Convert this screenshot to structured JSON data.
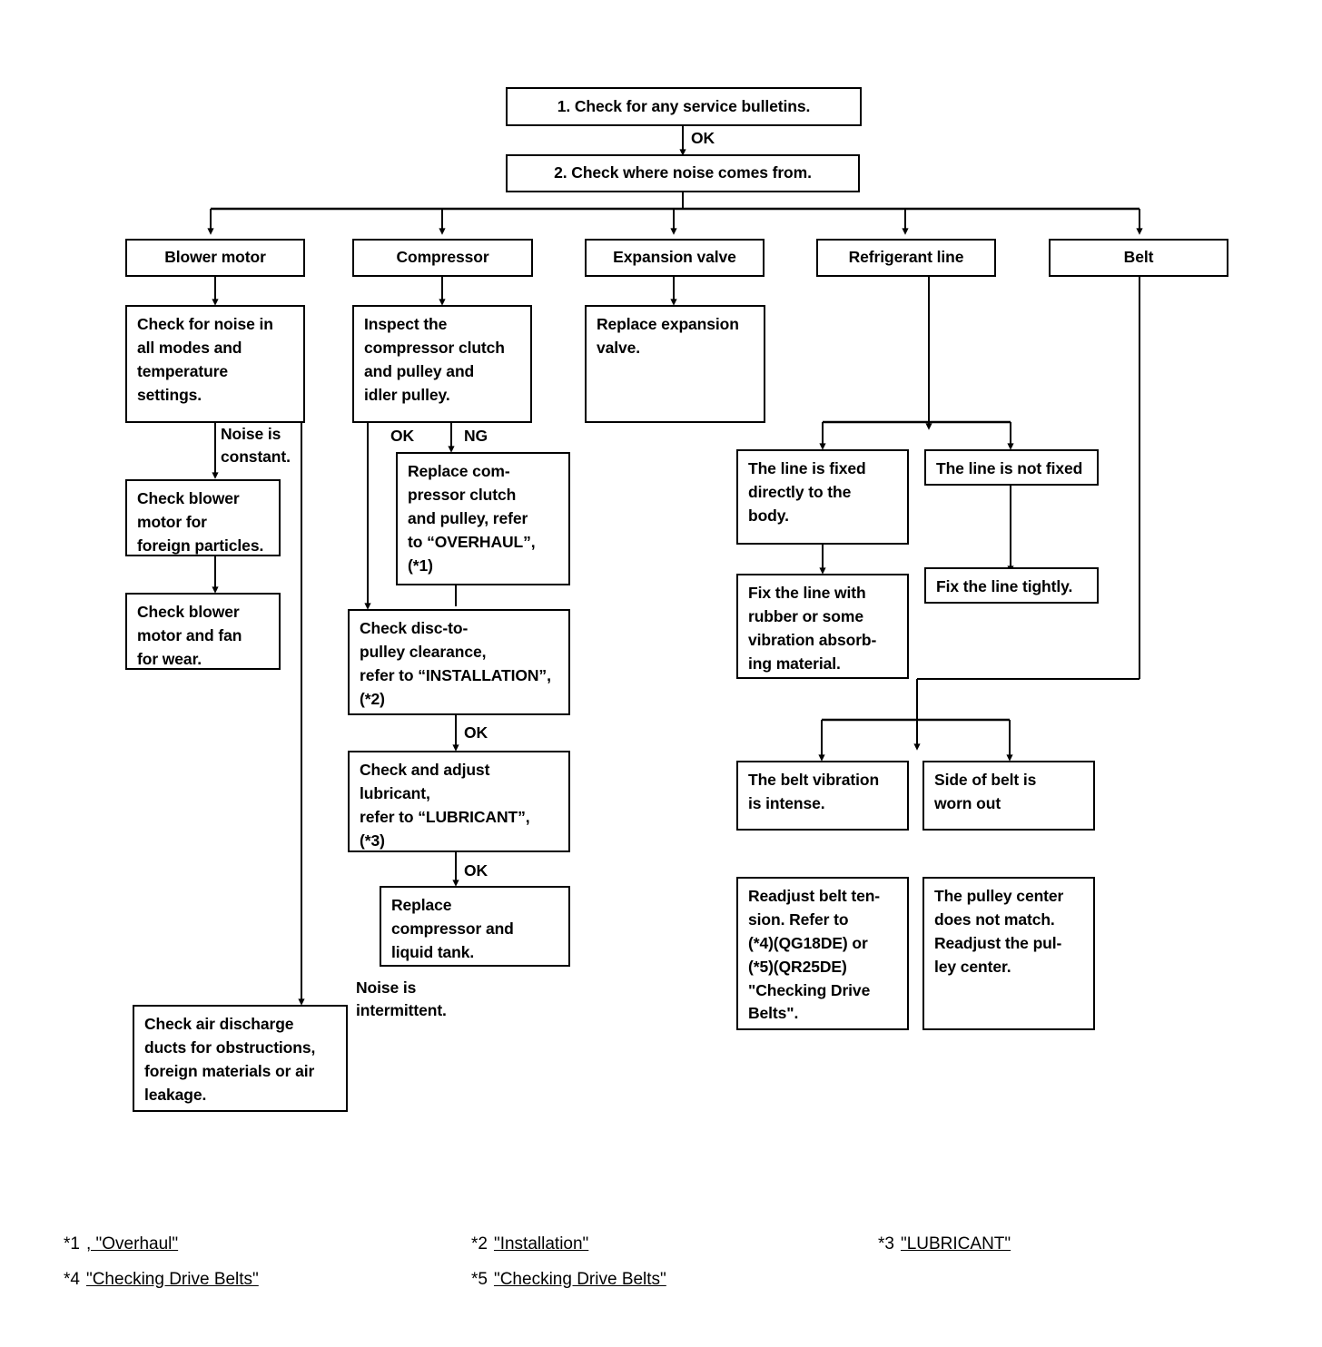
{
  "document": {
    "type": "troubleshooting-flowchart",
    "subject": "A/C noise diagnosis"
  },
  "nodes": {
    "step1": "1.  Check for any service bulletins.",
    "step2": "2.  Check where noise comes from.",
    "cat_blower": "Blower motor",
    "cat_compressor": "Compressor",
    "cat_expansion": "Expansion valve",
    "cat_refrigerant": "Refrigerant line",
    "cat_belt": "Belt",
    "blower_check_modes": "Check for noise in\nall modes and\ntemperature\nsettings.",
    "blower_foreign": "Check blower\nmotor for\nforeign particles.",
    "blower_wear": "Check blower\nmotor and fan\nfor wear.",
    "blower_ducts": "Check air discharge\nducts for obstructions,\nforeign materials or air\nleakage.",
    "comp_inspect": "Inspect the\ncompressor clutch\nand pulley and\nidler pulley.",
    "comp_replace_clutch": "Replace com-\npressor clutch\nand pulley, refer\nto “OVERHAUL”,\n(*1)",
    "comp_clearance": "Check disc-to-\npulley clearance,\nrefer to “INSTALLATION”,\n(*2)",
    "comp_lubricant": "Check and adjust\nlubricant,\nrefer to “LUBRICANT”,\n(*3)",
    "comp_replace": "Replace\ncompressor and\nliquid tank.",
    "exp_replace": "Replace expansion\nvalve.",
    "line_fixed": "The line is fixed\ndirectly to the\nbody.",
    "line_not_fixed": "The line is not fixed",
    "line_fix_rubber": "Fix the line with\nrubber or some\nvibration absorb-\ning material.",
    "line_fix_tight": "Fix the line tightly.",
    "belt_vibration": "The belt vibration\nis intense.",
    "belt_worn": "Side of belt is\nworn out",
    "belt_readjust": "Readjust belt ten-\nsion. Refer to\n(*4)(QG18DE) or\n(*5)(QR25DE)\n\"Checking Drive\nBelts\".",
    "belt_pulley": "The pulley center\ndoes not match.\nReadjust the pul-\nley center."
  },
  "edge_labels": {
    "ok_step1": "OK",
    "noise_constant": "Noise is\nconstant.",
    "comp_ok": "OK",
    "comp_ng": "NG",
    "ok_clearance": "OK",
    "ok_lubricant": "OK",
    "noise_intermittent": "Noise is\nintermittent."
  },
  "footnotes": [
    {
      "num": "*1",
      "ref": ", \"Overhaul\""
    },
    {
      "num": "*2",
      "ref": "\"Installation\""
    },
    {
      "num": "*3",
      "ref": "\"LUBRICANT\""
    },
    {
      "num": "*4",
      "ref": "\"Checking Drive Belts\""
    },
    {
      "num": "*5",
      "ref": "\"Checking Drive Belts\""
    }
  ],
  "colors": {
    "stroke": "#000000",
    "background": "#ffffff",
    "text": "#000000"
  }
}
